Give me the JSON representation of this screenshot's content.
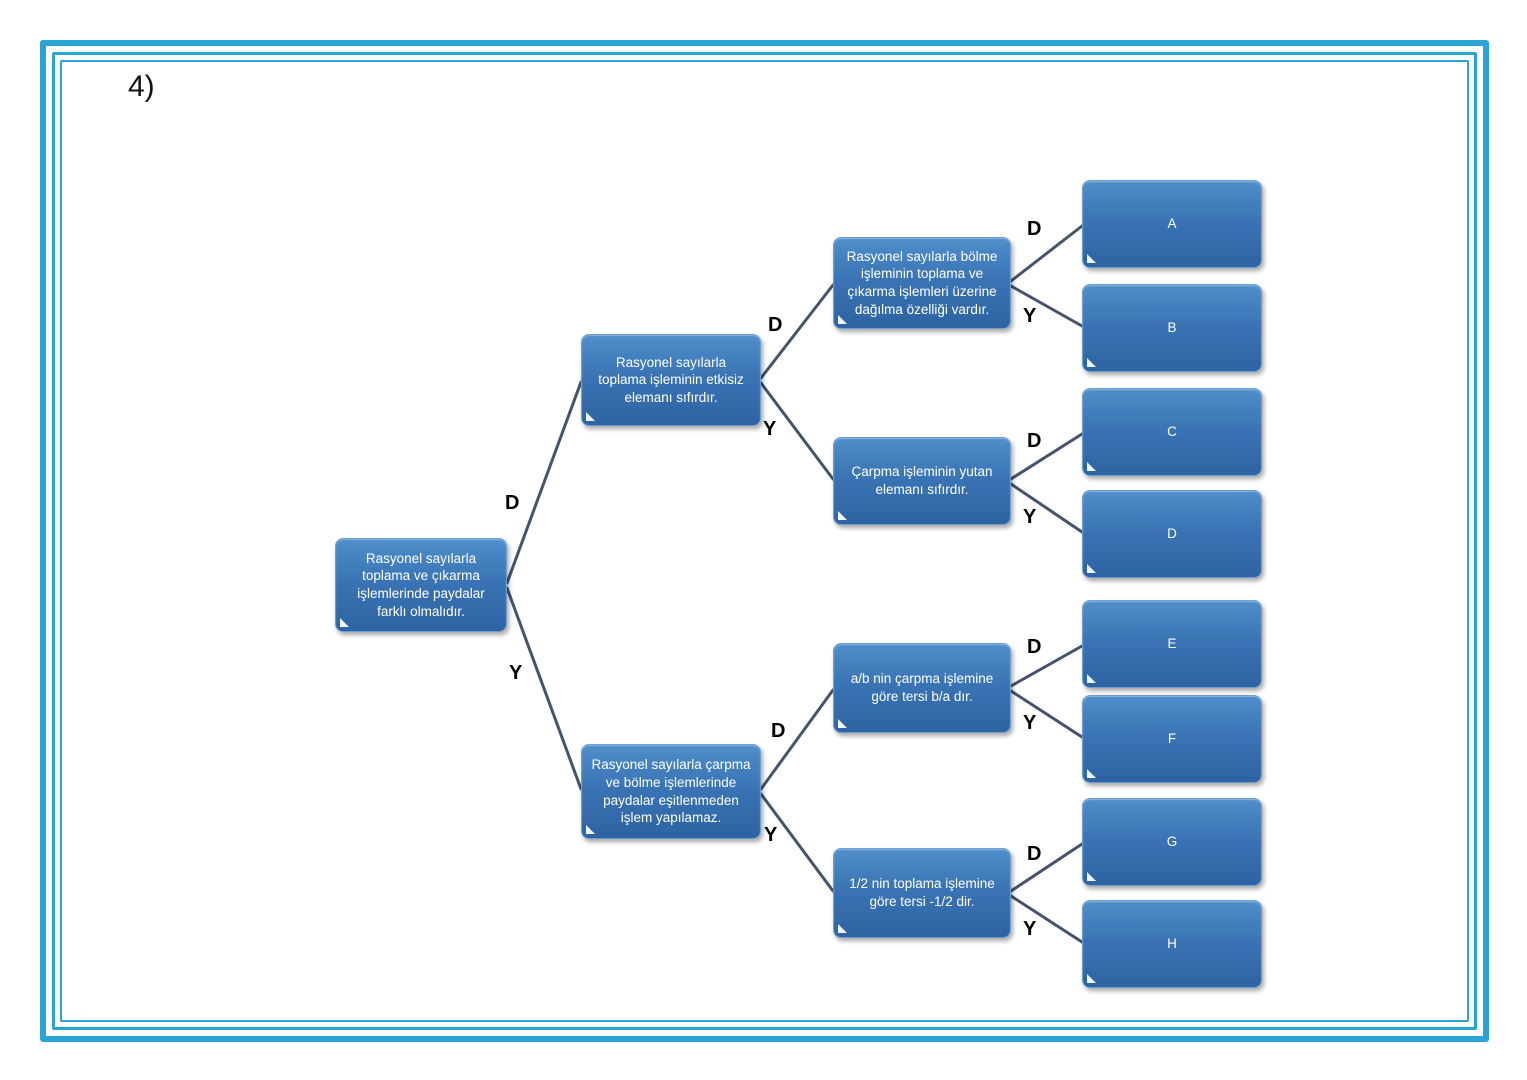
{
  "page": {
    "number_label": "4)"
  },
  "tree": {
    "root": {
      "text": "Rasyonel sayılarla toplama ve çıkarma işlemlerinde paydalar farklı olmalıdır."
    },
    "level2": [
      {
        "text": "Rasyonel sayılarla toplama işleminin etkisiz elemanı sıfırdır."
      },
      {
        "text": "Rasyonel sayılarla çarpma ve bölme işlemlerinde paydalar eşitlenmeden işlem yapılamaz."
      }
    ],
    "level3": [
      {
        "text": "Rasyonel sayılarla bölme işleminin toplama ve çıkarma işlemleri üzerine dağılma özelliği vardır."
      },
      {
        "text": "Çarpma işleminin yutan elemanı sıfırdır."
      },
      {
        "text": "a/b nin çarpma işlemine göre tersi b/a dır."
      },
      {
        "text": "1/2 nin toplama işlemine göre tersi -1/2 dir."
      }
    ],
    "leaves": [
      "A",
      "B",
      "C",
      "D",
      "E",
      "F",
      "G",
      "H"
    ],
    "branch_labels": {
      "d": "D",
      "y": "Y"
    }
  },
  "colors": {
    "frame": "#2aa4d6",
    "node_top": "#4f8fcb",
    "node_bottom": "#2d63a3",
    "node_border": "#6d9ed1",
    "connector": "#44546a",
    "label_text": "#000000",
    "node_text": "#ffffff"
  }
}
